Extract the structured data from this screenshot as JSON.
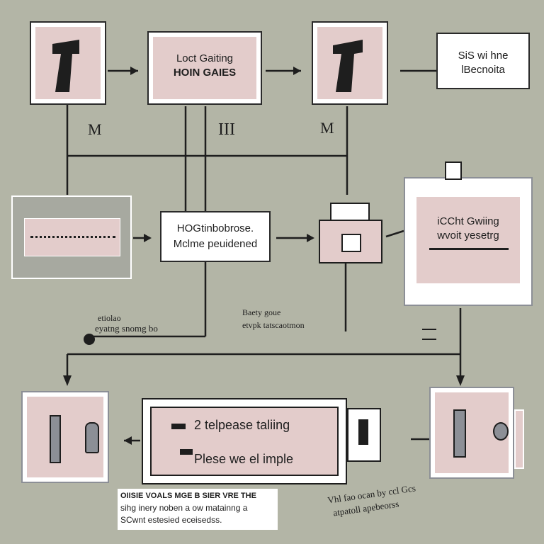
{
  "labels": {
    "top_center": [
      "Loct Gaiting",
      "HOIN GAIES"
    ],
    "top_right": [
      "SiS wi hne",
      "lBecnoita"
    ],
    "mid_center": [
      "HOGtinbobrose.",
      "Mclme peuidened"
    ],
    "right_panel": [
      "iCCht Gwiing",
      "wvoit yesetrg"
    ],
    "mark_left": "M",
    "mark_center": "III",
    "mark_right": "M",
    "note_left": [
      "etiolao",
      "eyatng snomg bo"
    ],
    "note_center": [
      "Baety goue",
      "etvpk tatscaotmon"
    ],
    "bottom_center": [
      "2 telpease taliing",
      "Plese we el imple"
    ],
    "caption_left": [
      "OIISIE VOALS MGE B SIER VRE THE",
      "sihg inery noben a ow matainng a",
      "SCwnt estesied eceisedss."
    ],
    "caption_right": [
      "Vhl fao ocan by ccl Gcs",
      "atpatoll apebeorss"
    ]
  },
  "colors": {
    "background": "#b3b5a6",
    "panel_pink": "#e3cccb",
    "frame_white": "#ffffff",
    "ink": "#1e1e1e",
    "shadow_gray": "#a7a9a0",
    "metal": "#8c8f96"
  }
}
